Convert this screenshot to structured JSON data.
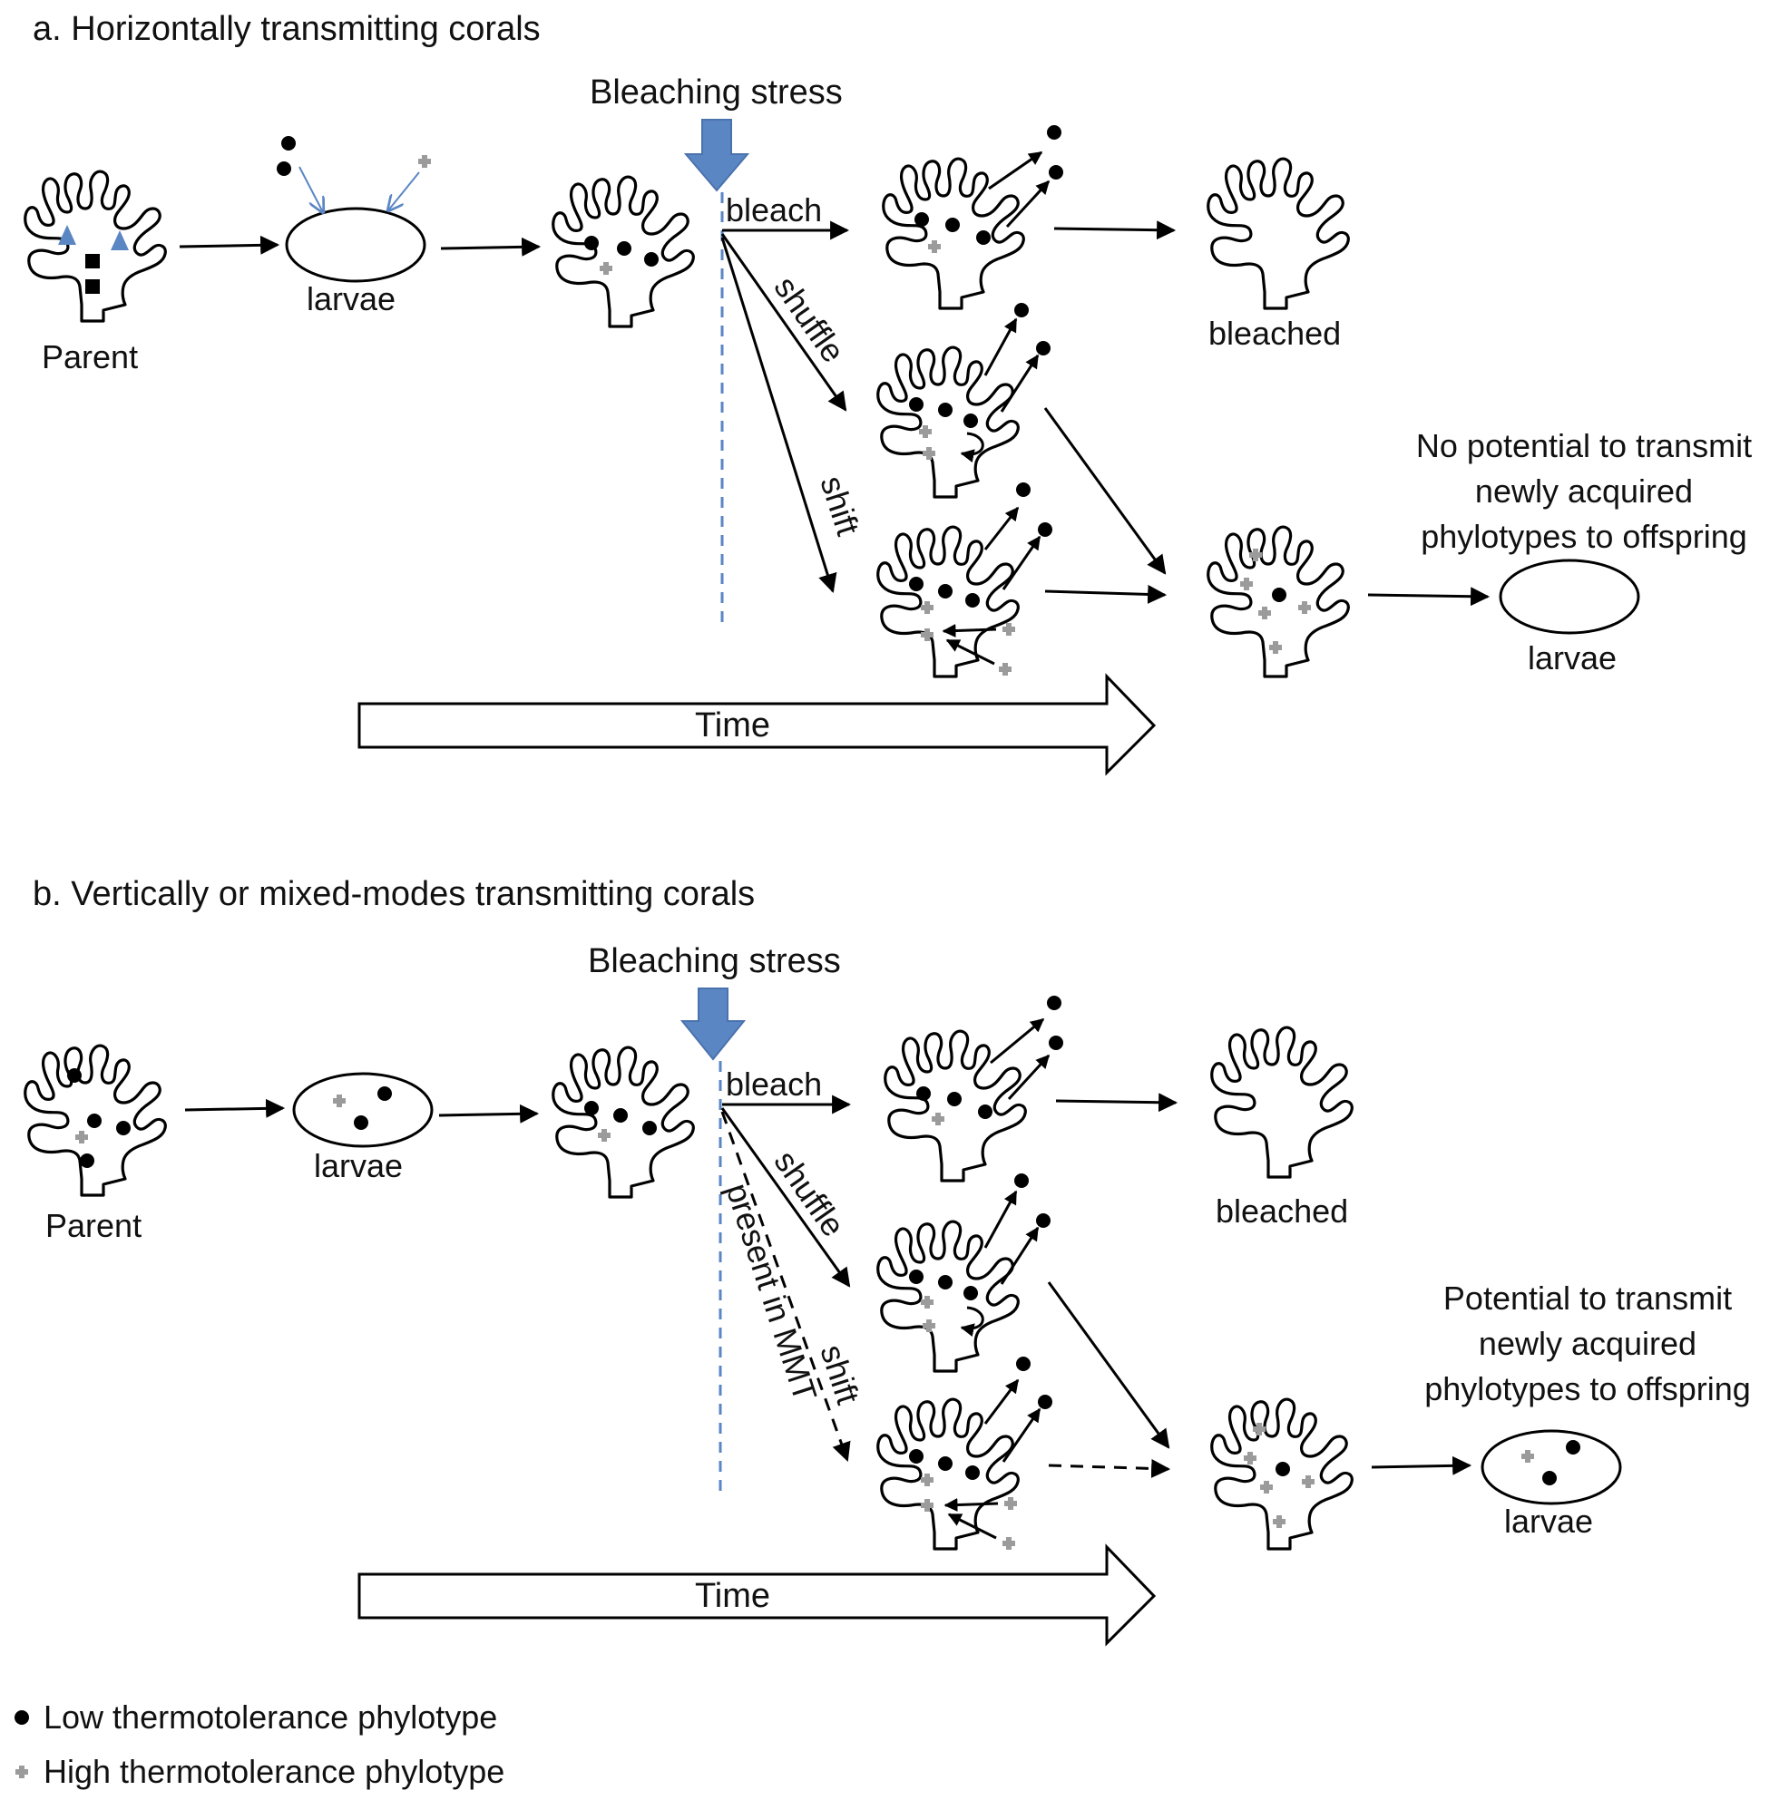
{
  "panel_a": {
    "title": "a. Horizontally transmitting corals",
    "bleaching_stress": "Bleaching stress",
    "parent_label": "Parent",
    "larvae_label": "larvae",
    "bleach_label": "bleach",
    "shuffle_label": "shuffle",
    "shift_label": "shift",
    "bleached_label": "bleached",
    "outcome_line1": "No potential to transmit",
    "outcome_line2": "newly acquired",
    "outcome_line3": "phylotypes to offspring",
    "larvae_label_2": "larvae",
    "time_label": "Time"
  },
  "panel_b": {
    "title": "b. Vertically or mixed-modes transmitting corals",
    "bleaching_stress": "Bleaching stress",
    "parent_label": "Parent",
    "larvae_label": "larvae",
    "bleach_label": "bleach",
    "shuffle_label": "shuffle",
    "shift_label": "shift",
    "present_label": "present in MMT",
    "bleached_label": "bleached",
    "outcome_line1": "Potential to transmit",
    "outcome_line2": "newly acquired",
    "outcome_line3": "phylotypes to offspring",
    "larvae_label_2": "larvae",
    "time_label": "Time"
  },
  "legend": {
    "low": "Low thermotolerance phylotype",
    "high": "High thermotolerance phylotype"
  },
  "colors": {
    "low_phylotype": "#000000",
    "high_phylotype": "#9b9b9b",
    "stress_arrow": "#5b86c4",
    "parent_symbol": "#5b86c4"
  }
}
